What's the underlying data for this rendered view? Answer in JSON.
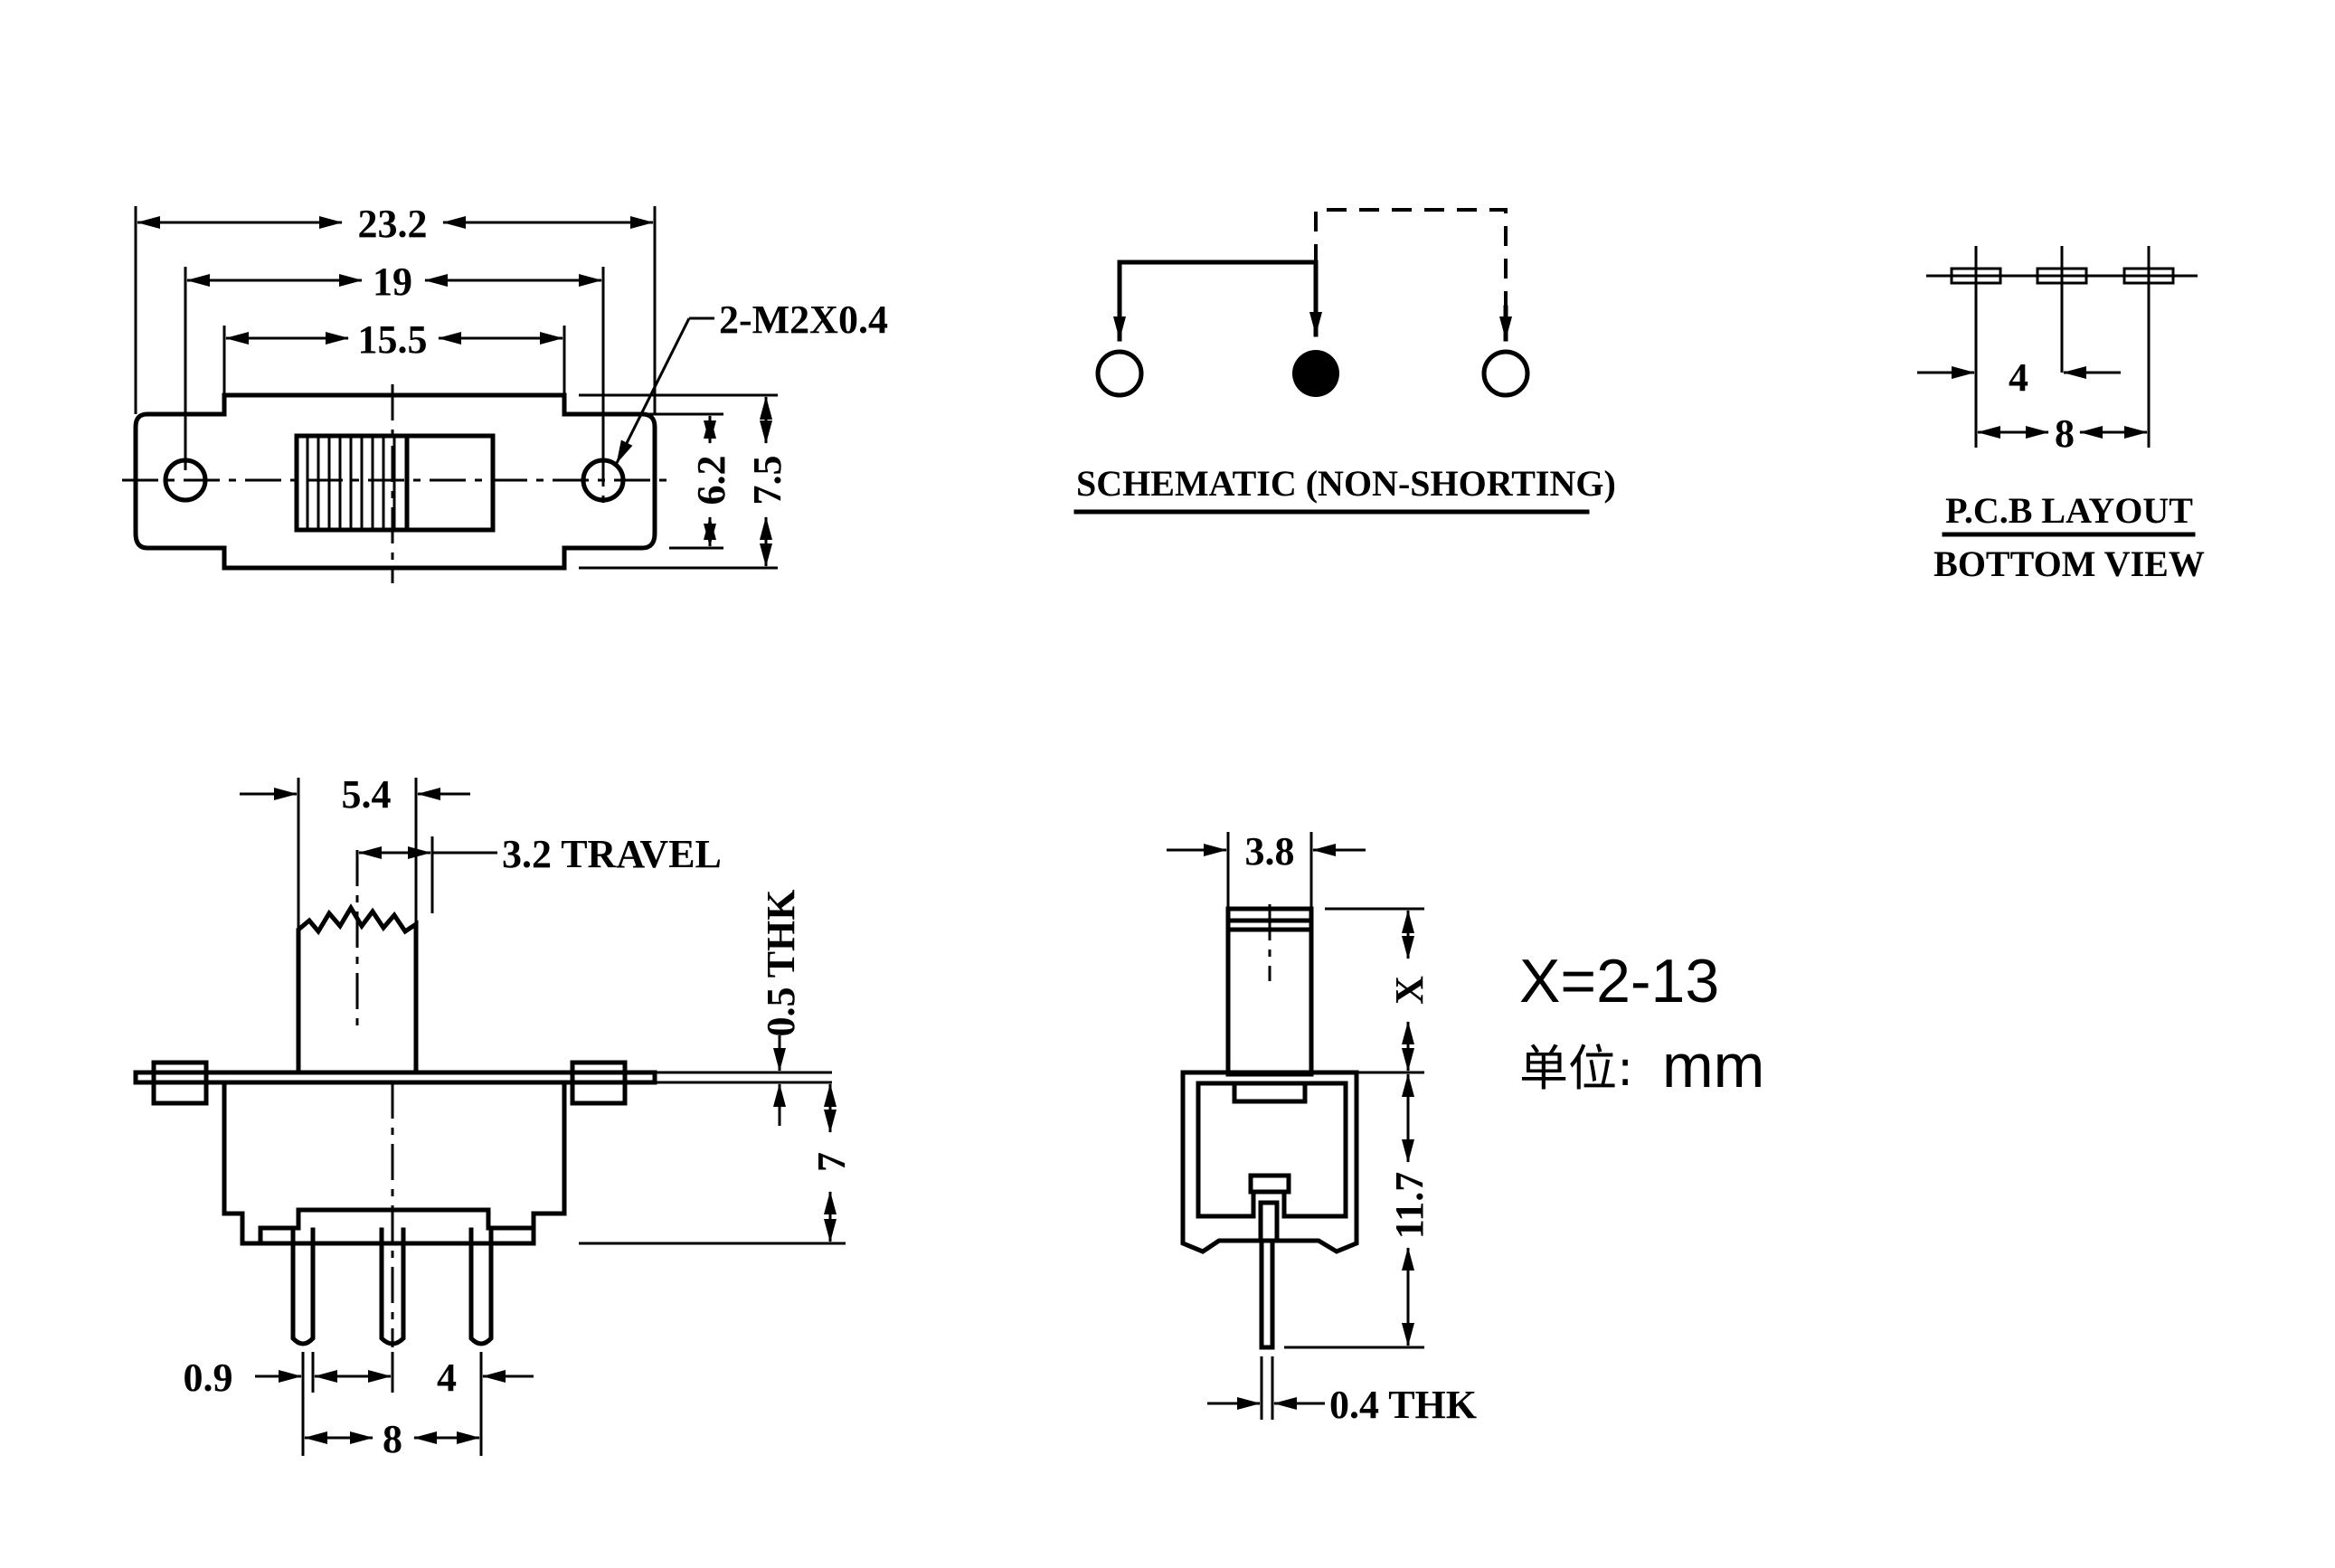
{
  "top_view": {
    "width_overall": "23.2",
    "hole_spacing": "19",
    "body_width": "15.5",
    "thread_callout": "2-M2X0.4",
    "height_inner": "6.2",
    "height_overall": "7.5"
  },
  "schematic": {
    "title": "SCHEMATIC (NON-SHORTING)"
  },
  "pcb_layout": {
    "pitch": "4",
    "span": "8",
    "title_line1": "P.C.B LAYOUT",
    "title_line2": "BOTTOM VIEW"
  },
  "side_view": {
    "actuator_width": "5.4",
    "travel": "3.2 TRAVEL",
    "plate_thickness": "0.5 THK",
    "body_height": "7",
    "pin_width": "0.9",
    "pin_pitch": "4",
    "pin_span": "8"
  },
  "end_view": {
    "actuator_width": "3.8",
    "actuator_height": "X",
    "body_height": "11.7",
    "pin_thickness": "0.4 THK"
  },
  "notes": {
    "x_range": "X=2-13",
    "unit_label": "单位:",
    "unit_value": "mm"
  }
}
